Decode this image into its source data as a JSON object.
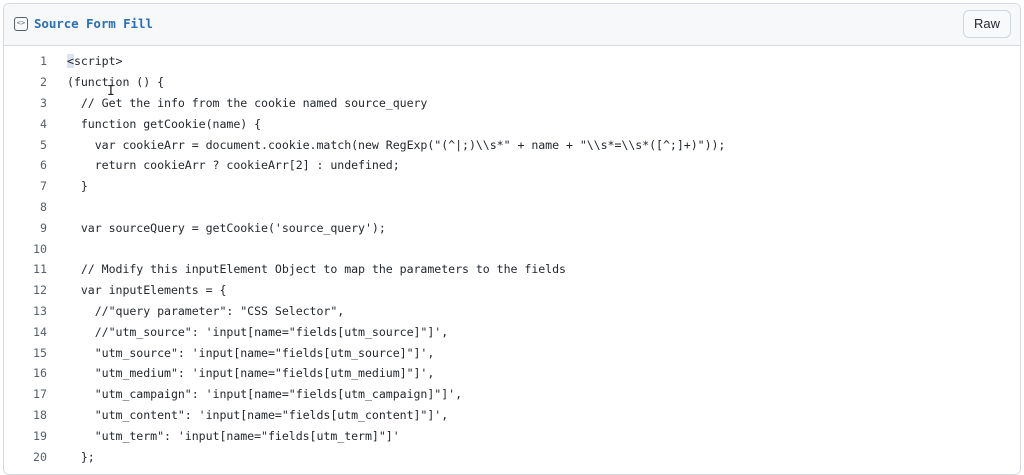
{
  "file": {
    "title": "Source Form Fill",
    "icon": "code-square-icon",
    "raw_label": "Raw"
  },
  "code": {
    "lines": [
      {
        "num": "1",
        "text": "<script>"
      },
      {
        "num": "2",
        "text": "(function () {"
      },
      {
        "num": "3",
        "text": "  // Get the info from the cookie named source_query"
      },
      {
        "num": "4",
        "text": "  function getCookie(name) {"
      },
      {
        "num": "5",
        "text": "    var cookieArr = document.cookie.match(new RegExp(\"(^|;)\\\\s*\" + name + \"\\\\s*=\\\\s*([^;]+)\"));"
      },
      {
        "num": "6",
        "text": "    return cookieArr ? cookieArr[2] : undefined;"
      },
      {
        "num": "7",
        "text": "  }"
      },
      {
        "num": "8",
        "text": ""
      },
      {
        "num": "9",
        "text": "  var sourceQuery = getCookie('source_query');"
      },
      {
        "num": "10",
        "text": ""
      },
      {
        "num": "11",
        "text": "  // Modify this inputElement Object to map the parameters to the fields"
      },
      {
        "num": "12",
        "text": "  var inputElements = {"
      },
      {
        "num": "13",
        "text": "    //\"query parameter\": \"CSS Selector\","
      },
      {
        "num": "14",
        "text": "    //\"utm_source\": 'input[name=\"fields[utm_source]\"]',"
      },
      {
        "num": "15",
        "text": "    \"utm_source\": 'input[name=\"fields[utm_source]\"]',"
      },
      {
        "num": "16",
        "text": "    \"utm_medium\": 'input[name=\"fields[utm_medium]\"]',"
      },
      {
        "num": "17",
        "text": "    \"utm_campaign\": 'input[name=\"fields[utm_campaign]\"]',"
      },
      {
        "num": "18",
        "text": "    \"utm_content\": 'input[name=\"fields[utm_content]\"]',"
      },
      {
        "num": "19",
        "text": "    \"utm_term\": 'input[name=\"fields[utm_term]\"]'"
      },
      {
        "num": "20",
        "text": "  };"
      }
    ]
  },
  "colors": {
    "title_link": "#2b6fb5",
    "header_bg": "#f6f8fa",
    "border": "#d6dae0",
    "line_number": "#57606a",
    "code_text": "#24292f"
  }
}
